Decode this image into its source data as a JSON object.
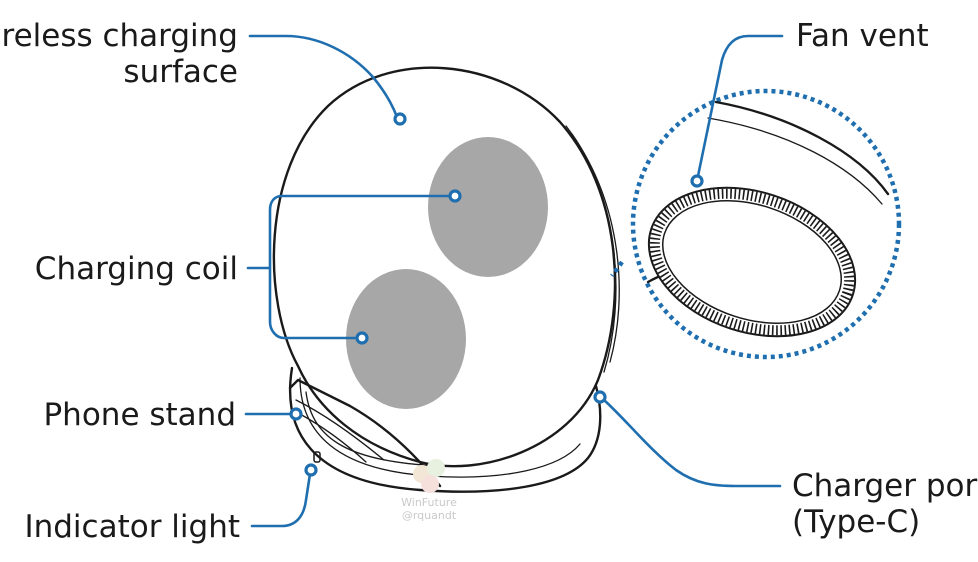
{
  "colors": {
    "accent": "#1f6fb0",
    "coil": "#a7a7a7",
    "outline": "#1a1a1a"
  },
  "labels": {
    "wireless_charging_surface": [
      "Wireless charging",
      "surface"
    ],
    "charging_coil": "Charging coil",
    "phone_stand": "Phone stand",
    "indicator_light": "Indicator light",
    "fan_vent": "Fan vent",
    "charger_port": [
      "Charger port",
      "(Type-C)"
    ]
  },
  "watermark": [
    "WinFuture",
    "@rquandt"
  ]
}
